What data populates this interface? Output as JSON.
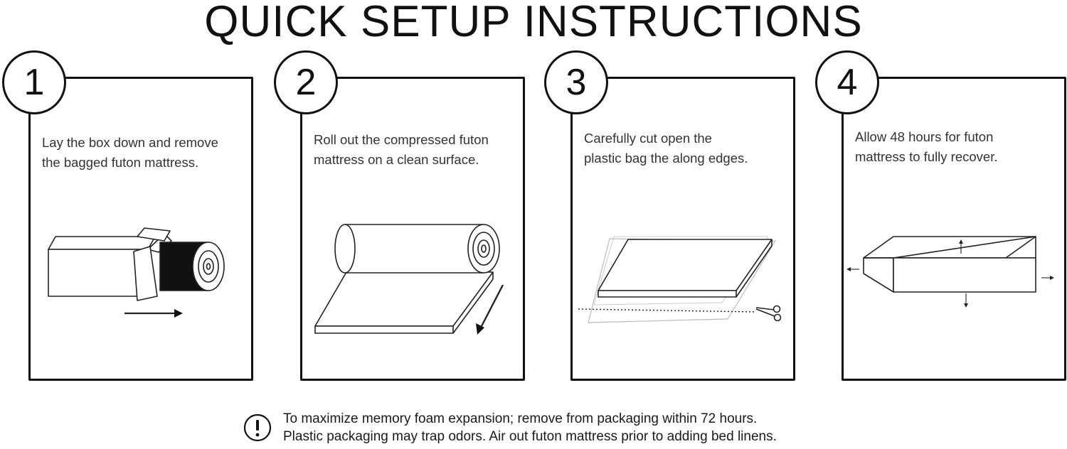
{
  "title": "QUICK SETUP INSTRUCTIONS",
  "steps": [
    {
      "number": "1",
      "lines": [
        "Lay the box down and remove",
        "the bagged futon mattress."
      ],
      "icon": "box-unroll-icon"
    },
    {
      "number": "2",
      "lines": [
        "Roll out the compressed futon",
        "mattress on a clean surface."
      ],
      "icon": "mattress-roll-icon"
    },
    {
      "number": "3",
      "lines": [
        "Carefully cut open the",
        "plastic bag the along edges."
      ],
      "icon": "scissors-cut-bag-icon"
    },
    {
      "number": "4",
      "lines": [
        "Allow 48 hours for futon",
        "mattress to fully recover."
      ],
      "icon": "mattress-expand-icon"
    }
  ],
  "notice": {
    "icon": "exclamation-circle-icon",
    "lines": [
      "To maximize memory foam expansion; remove from packaging within 72 hours.",
      "Plastic packaging may trap odors. Air out futon mattress prior to adding bed linens."
    ]
  }
}
